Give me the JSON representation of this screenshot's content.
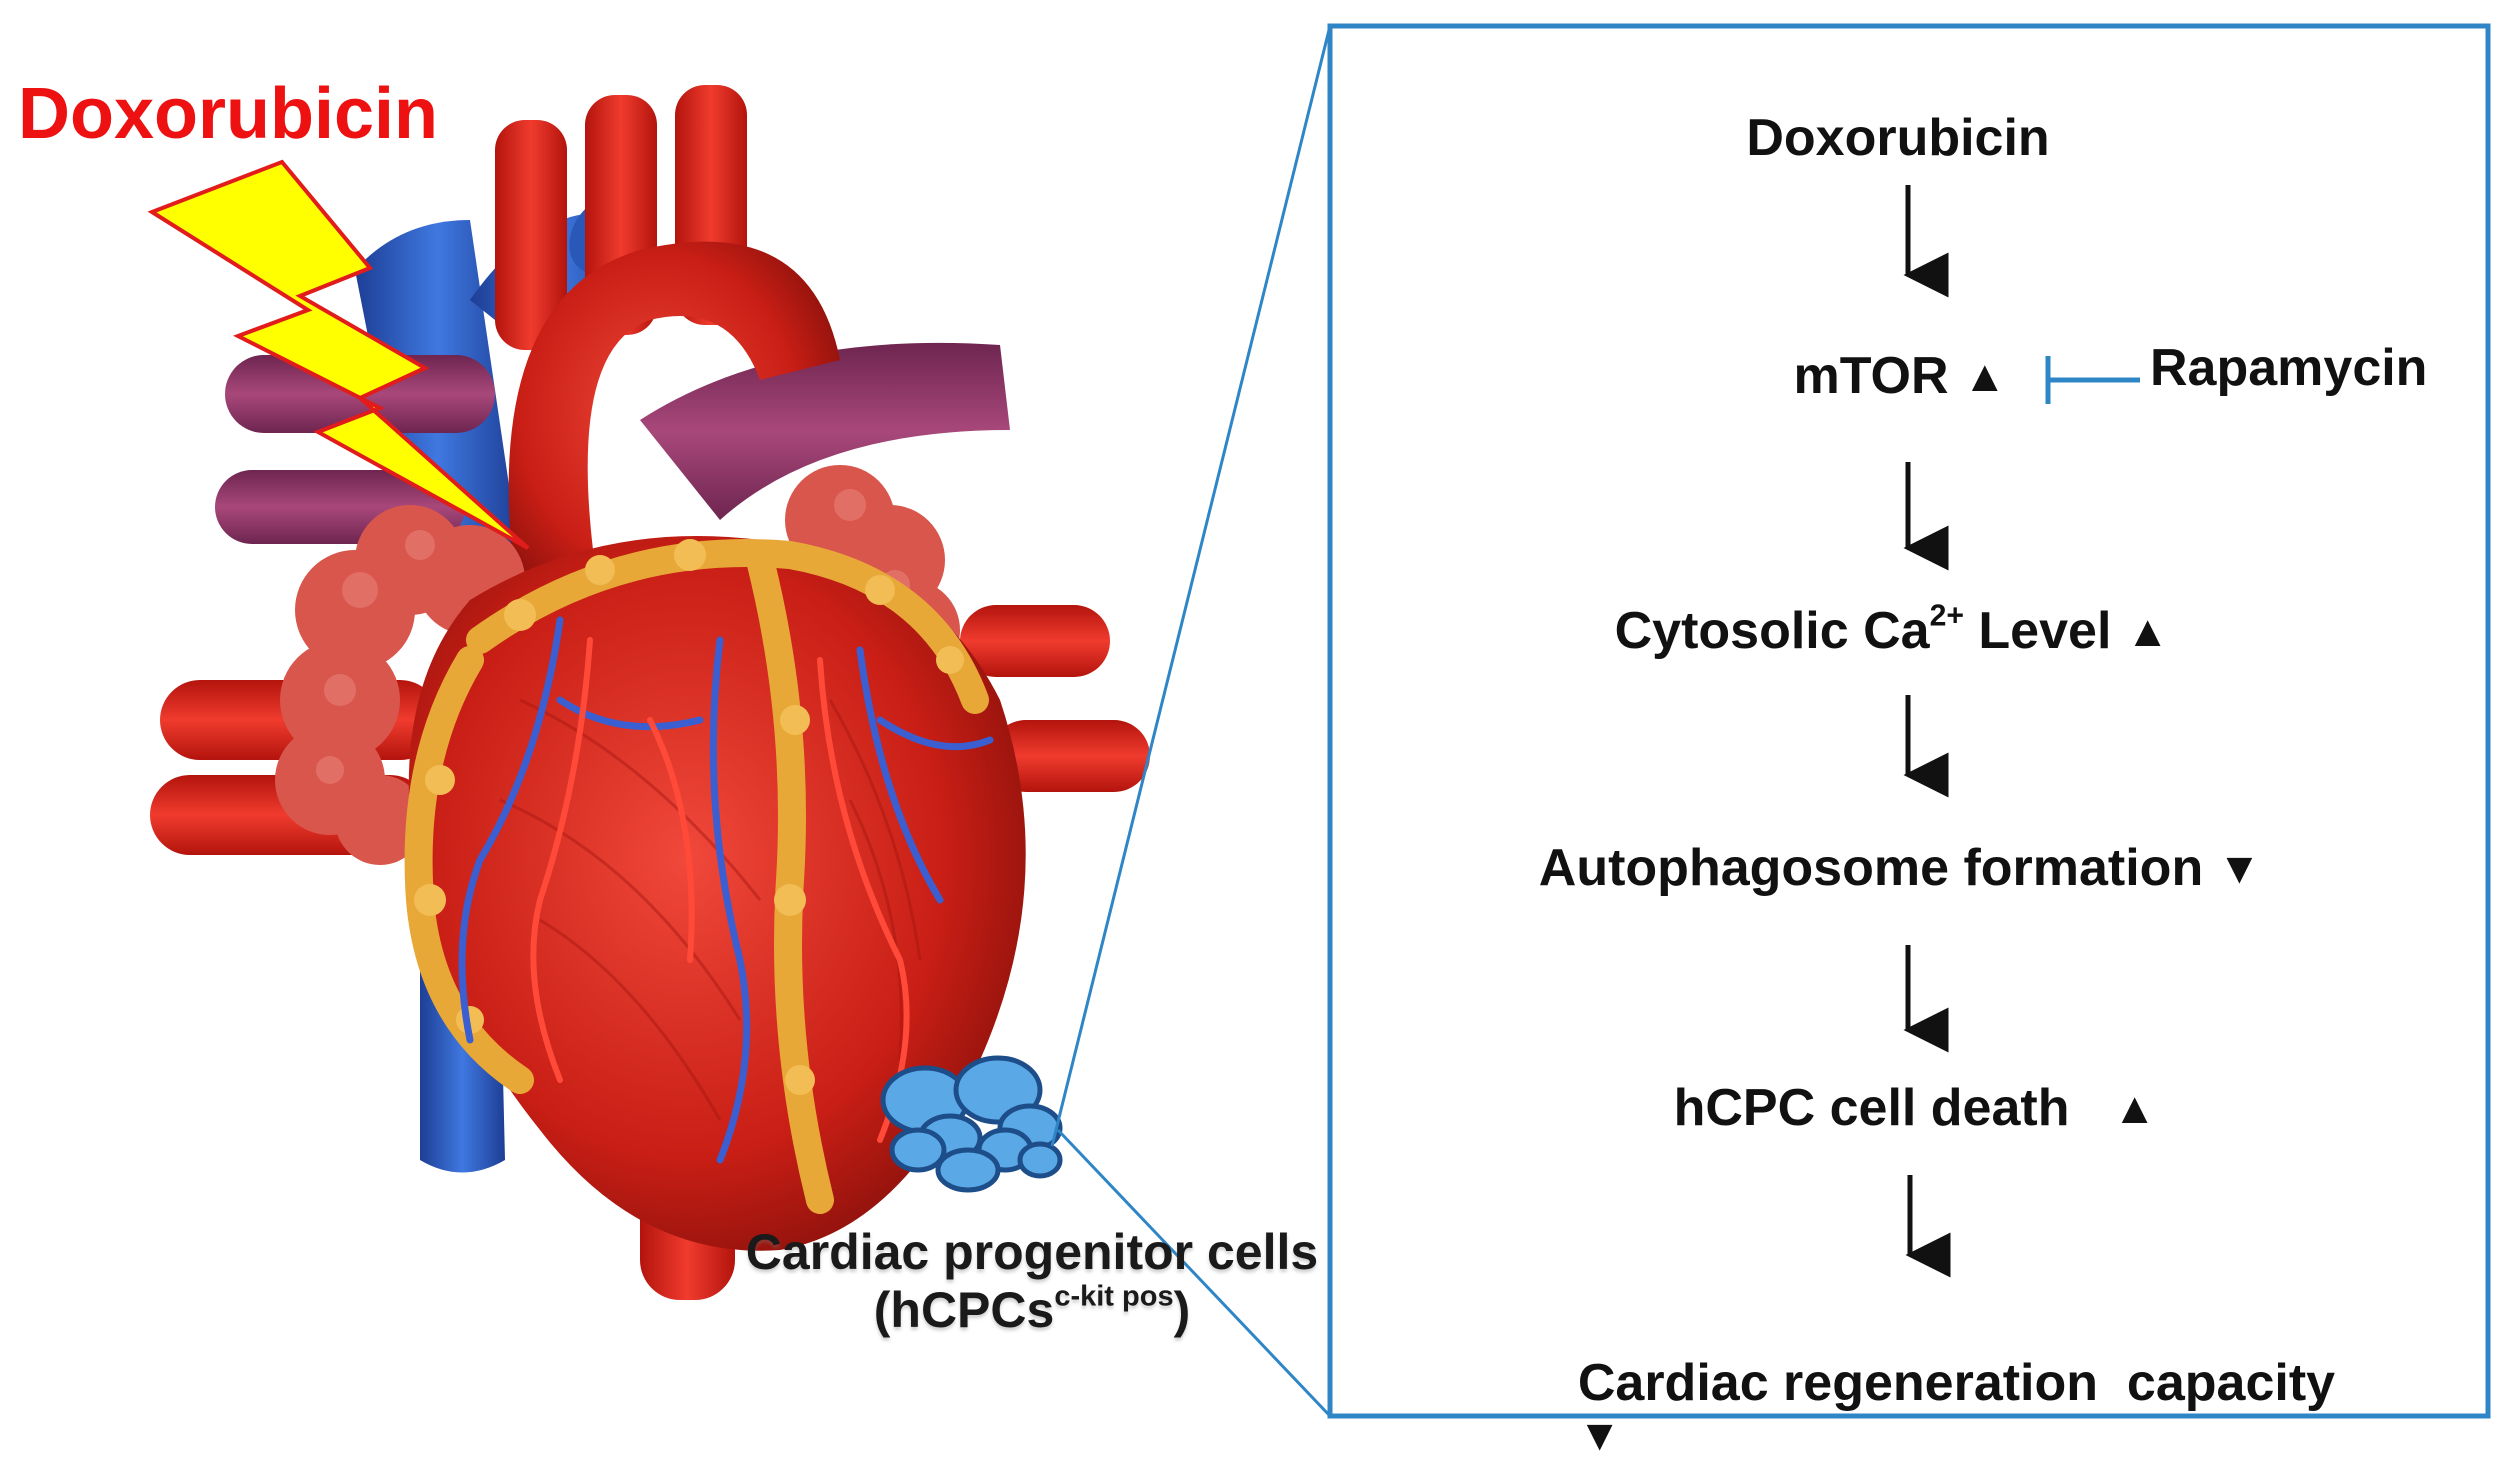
{
  "title": "Doxorubicin",
  "cell_label": {
    "line1": "Cardiac progenitor cells",
    "line2_base": "(hCPCs",
    "line2_sup": "c-kit pos",
    "line2_end": ")"
  },
  "pathway": {
    "steps": [
      {
        "text": "Doxorubicin",
        "sup": "",
        "text_after": "",
        "indicator": ""
      },
      {
        "text": "mTOR",
        "sup": "",
        "text_after": "",
        "indicator": "▲"
      },
      {
        "text": "Cytosolic Ca",
        "sup": "2+",
        "text_after": " Level",
        "indicator": "▲"
      },
      {
        "text": "Autophagosome formation",
        "sup": "",
        "text_after": "",
        "indicator": "▼"
      },
      {
        "text": "hCPC cell death",
        "sup": "",
        "text_after": "",
        "indicator": "▲"
      },
      {
        "text": "Cardiac regeneration  capacity",
        "sup": "",
        "text_after": "",
        "indicator": "▼"
      }
    ],
    "inhibitor": "Rapamycin"
  },
  "colors": {
    "title": "#ee1111",
    "panel_border": "#2f86c6",
    "inhibitor_line": "#2f86c6",
    "bolt_fill": "#ffff00",
    "bolt_stroke": "#e21b1b",
    "heart_red": "#d9261c",
    "vessel_blue": "#2d5fc4",
    "fat_yellow": "#e8a838",
    "cell_blue": "#5aa9e6"
  }
}
